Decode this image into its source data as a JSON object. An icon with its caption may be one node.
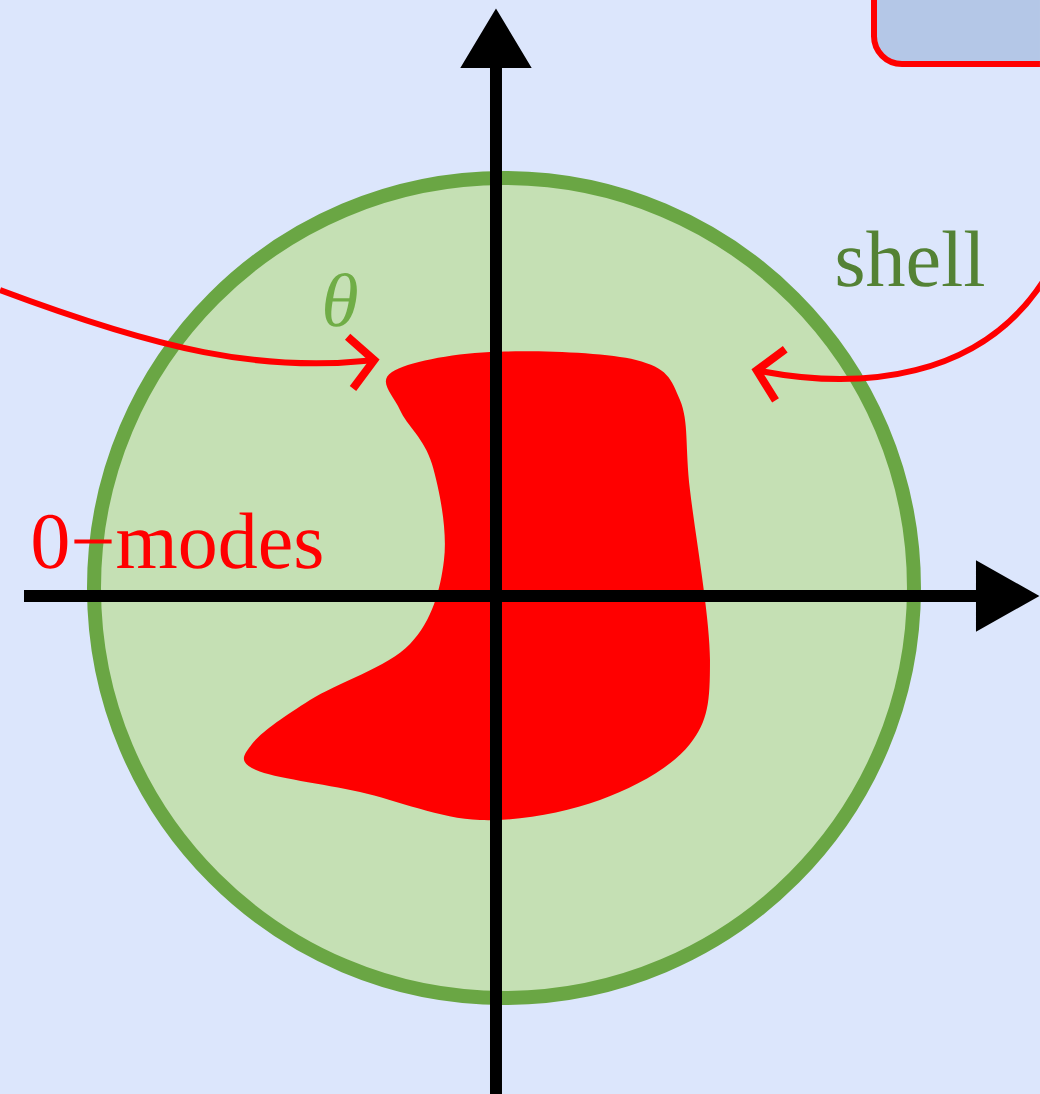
{
  "diagram": {
    "nodes": [
      {
        "text": [
          "shell"
        ]
      },
      {
        "text": [],
        "shape": "blob",
        "in": 0
      },
      {
        "text": [],
        "shape": "box"
      }
    ],
    "edges": [
      {
        "from": null,
        "to": 1,
        "arrow": "to"
      },
      {
        "from": null,
        "to": 1,
        "arrow": "to"
      }
    ],
    "labels": [
      "θ",
      "0−modes"
    ]
  }
}
